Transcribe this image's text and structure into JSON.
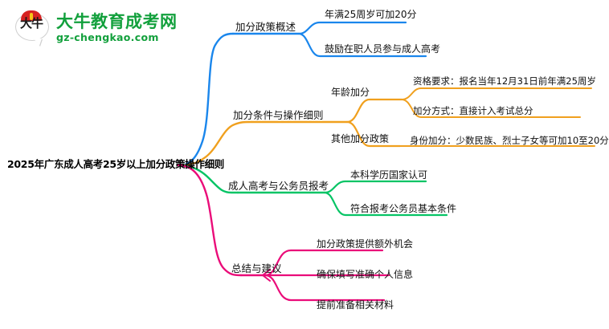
{
  "logo": {
    "mark_text": "大牛",
    "title": "大牛教育成考网",
    "subtitle": "gz-chengkao.com",
    "brand_color": "#12a03c",
    "cap_color": "#d62222"
  },
  "mindmap": {
    "root": {
      "label": "2025年广东成人高考25岁以上加分政策操作细则"
    },
    "branches": [
      {
        "label": "加分政策概述",
        "color": "#1a86ec",
        "children": [
          {
            "label": "年满25周岁可加20分",
            "children": []
          },
          {
            "label": "鼓励在职人员参与成人高考",
            "children": []
          }
        ]
      },
      {
        "label": "加分条件与操作细则",
        "color": "#f0a01e",
        "children": [
          {
            "label": "年龄加分",
            "children": [
              {
                "label": "资格要求：报名当年12月31日前年满25周岁"
              },
              {
                "label": "加分方式：直接计入考试总分"
              }
            ]
          },
          {
            "label": "其他加分政策",
            "children": [
              {
                "label": "身份加分：少数民族、烈士子女等可加10至20分"
              }
            ]
          }
        ]
      },
      {
        "label": "成人高考与公务员报考",
        "color": "#06c465",
        "children": [
          {
            "label": "本科学历国家认可",
            "children": []
          },
          {
            "label": "符合报考公务员基本条件",
            "children": []
          }
        ]
      },
      {
        "label": "总结与建议",
        "color": "#ea0c79",
        "children": [
          {
            "label": "加分政策提供额外机会",
            "children": []
          },
          {
            "label": "确保填写准确个人信息",
            "children": []
          },
          {
            "label": "提前准备相关材料",
            "children": []
          }
        ]
      }
    ]
  }
}
